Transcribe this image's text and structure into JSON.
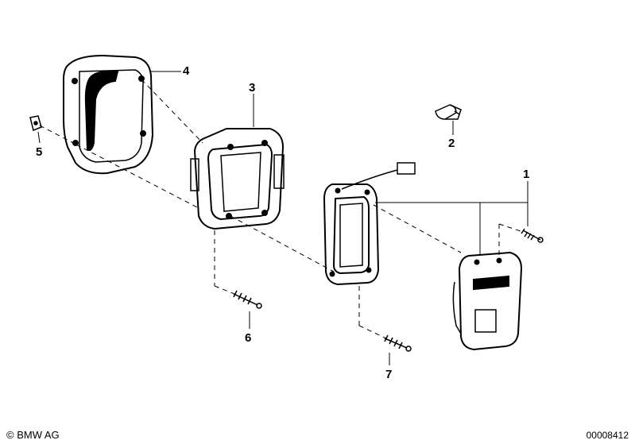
{
  "callouts": {
    "c1": "1",
    "c2": "2",
    "c3": "3",
    "c4": "4",
    "c5": "5",
    "c6": "6",
    "c7": "7"
  },
  "footer": {
    "copyright": "© BMW AG",
    "drawing_number": "00008412"
  },
  "colors": {
    "ink": "#000000",
    "paper": "#ffffff"
  }
}
